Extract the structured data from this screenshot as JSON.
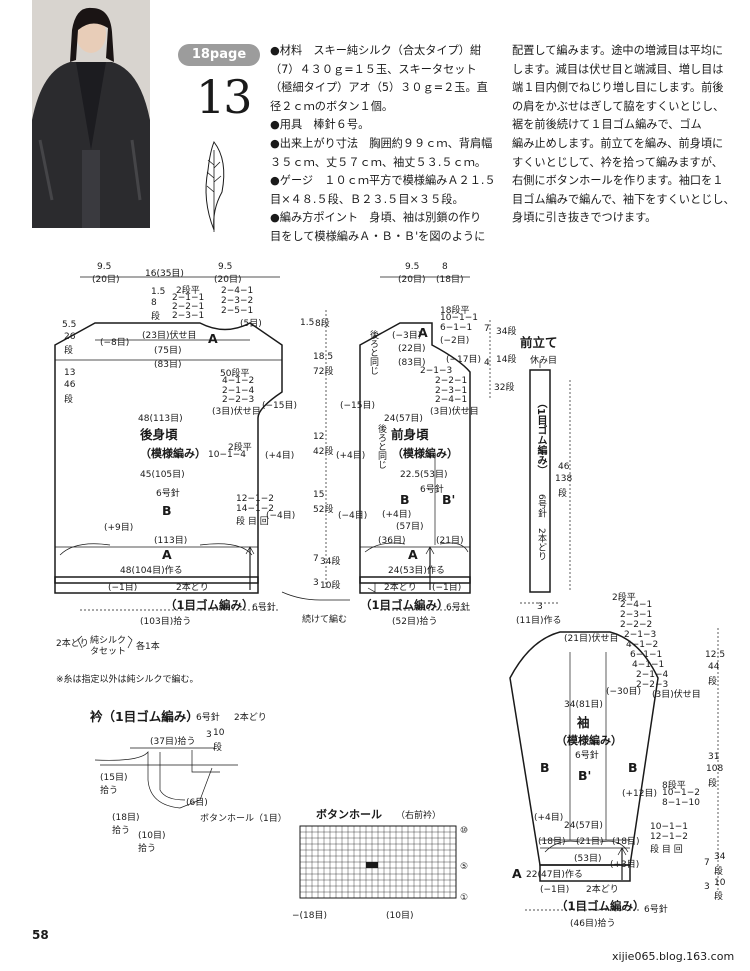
{
  "header": {
    "page_label": "18page",
    "pattern_number": "13"
  },
  "instructions": {
    "col1": [
      "●材料　スキー純シルク（合太タイプ）紺",
      "（7）４３０ｇ=１５玉、スキータセット",
      "（極細タイプ）アオ（5）３０ｇ=２玉。直",
      "径２ｃｍのボタン１個。",
      "●用具　棒針６号。",
      "●出来上がり寸法　胸囲約９９ｃｍ、背肩幅",
      "３５ｃｍ、丈５７ｃｍ、袖丈５３.５ｃｍ。",
      "●ゲージ　１０ｃｍ平方で模様編みＡ２１.５",
      "目×４８.５段、Ｂ２３.５目×３５段。",
      "●編み方ポイント　身頃、袖は別鎖の作り",
      "目をして模様編みＡ・Ｂ・Ｂ'を図のように"
    ],
    "col2": [
      "配置して編みます。途中の増減目は平均に",
      "します。減目は伏せ目と端減目、増し目は",
      "端１目内側でねじり増し目にします。前後",
      "の肩をかぶせはぎして脇をすくいとじし、",
      "裾を前後続けて１目ゴム編みで、ゴム",
      "編み止めします。前立てを編み、前身頃に",
      "すくいとじして、衿を拾って編みますが、",
      "右側にボタンホールを作ります。袖口を１",
      "目ゴム編みで編んで、袖下をすくいとじし、",
      "身頃に引き抜きでつけます。"
    ]
  },
  "back": {
    "title": "後身頃",
    "pattern": "（模様編み）",
    "top_dims": [
      "9.5",
      "16(35目)",
      "9.5"
    ],
    "top_sub": [
      "(20目)",
      "(20目)"
    ],
    "neck_bind": "(23目)伏せ目",
    "m1": "(−8目)",
    "m2": "(75目)",
    "m3": "(83目)",
    "width1": "48(113目)",
    "width2": "45(105目)",
    "width3": "(113目)",
    "width4": "48(104目)作る",
    "minus1": "(−1目)",
    "two_strands": "2本どり",
    "ribbing": "（1目ゴム編み）",
    "needle": "6号針",
    "pickup": "(103目)拾う",
    "plus9": "(+9目)",
    "plus4": "(+4目)",
    "minus4": "(−4目)",
    "minus15": "(−15目)",
    "left_dims": [
      "5.5",
      "26",
      "段",
      "13",
      "46",
      "段"
    ],
    "right_rows": [
      "2段平",
      "2−1−1",
      "2−2−1",
      "2−3−1",
      "2−4−1",
      "2−3−2",
      "2−5−1",
      "(5目)"
    ],
    "raglan": [
      "50段平",
      "4−1−2",
      "2−1−4",
      "2−2−3",
      "(3目)伏せ目"
    ],
    "mid_rows": [
      "2段平",
      "10−1−4"
    ],
    "low_rows": [
      "12−1−2",
      "14−1−2",
      "段 目 回"
    ],
    "left_top_dims": [
      "1.5",
      "8",
      "段"
    ],
    "A": "A",
    "B": "B"
  },
  "mid_dims": [
    "1.5",
    "8段",
    "18.5",
    "72段",
    "12",
    "42段",
    "15",
    "52段",
    "7",
    "34段",
    "3",
    "10段"
  ],
  "front": {
    "title": "前身頃",
    "pattern": "（模様編み）",
    "top_dims": [
      "9.5",
      "8"
    ],
    "top_sub": [
      "(20目)",
      "(18目)"
    ],
    "neck_rows": [
      "18段平",
      "10−1−1",
      "6−1−1",
      "(−2目)"
    ],
    "m3": "(−3目)",
    "m22": "(22目)",
    "m17": "(−17目)",
    "neck_steps": [
      "2−1−3",
      "2−2−1",
      "2−3−1",
      "2−4−1"
    ],
    "bind": "(3目)伏せ目",
    "minus15": "(−15目)",
    "width1": "24(57目)",
    "width2": "22.5(53目)",
    "width3": "(57目)",
    "width4": "24(53目)作る",
    "split": [
      "(36目)",
      "(21目)"
    ],
    "plus4": "(+4目)",
    "minus4": "(−4目)",
    "minus1": "(−1目)",
    "ribbing": "（1目ゴム編み）",
    "needle": "6号針",
    "pickup": "(52目)拾う",
    "cont": "続けて編む",
    "side_note1": "後ろと同じ",
    "side_note2": "後ろと同じ",
    "right_dims": [
      "7",
      "34段",
      "4",
      "14段",
      "32段"
    ],
    "B": "B",
    "B2": "B'",
    "A": "A"
  },
  "placket": {
    "title": "前立て",
    "rest": "休み目",
    "label": "（1目ゴム編み）",
    "needle": "6号針",
    "strands": "2本どり",
    "length": [
      "46",
      "138",
      "段"
    ],
    "width": [
      "3",
      "(11目)作る"
    ]
  },
  "sleeve": {
    "title": "袖",
    "pattern": "（模様編み）",
    "needle": "6号針",
    "bind": "(21目)伏せ目",
    "cap_rows": [
      "2段平",
      "2−4−1",
      "2−3−1",
      "2−2−2",
      "2−1−3",
      "4−1−2",
      "6−1−1",
      "4−1−1",
      "2−1−4",
      "2−2−3"
    ],
    "minus30": "(−30目)",
    "bind3": "(3目)伏せ目",
    "width": "34(81目)",
    "sides": [
      "B",
      "B'",
      "B"
    ],
    "inc_rows": [
      "8段平",
      "10−1−2",
      "8−1−10"
    ],
    "plus12": "(+12目)",
    "low_rows": [
      "10−1−1",
      "12−1−2",
      "段 目 回"
    ],
    "m24": "24(57目)",
    "split": [
      "(18目)",
      "(21目)",
      "(18目)"
    ],
    "plus4": "(+4目)",
    "m53": "(53目)",
    "plus3": "(+3目)",
    "start": "22(47目)作る",
    "minus1": "(−1目)",
    "strands": "2本どり",
    "A": "A",
    "ribbing": "（1目ゴム編み）",
    "rneedle": "6号針",
    "pickup": "(46目)拾う",
    "right_dims": [
      "12.5",
      "44",
      "段",
      "31",
      "108",
      "段",
      "7",
      "34",
      "段",
      "3",
      "10",
      "段"
    ]
  },
  "yarn_legend": {
    "strands": "2本どり",
    "items": [
      "純シルク",
      "タセット"
    ],
    "each": "各1本"
  },
  "yarn_note": "※糸は指定以外は純シルクで編む。",
  "collar": {
    "title": "衿（1目ゴム編み）",
    "needle": "6号針",
    "strands": "2本どり",
    "top": "(37目)拾う",
    "left": "(15目)拾う",
    "left2": "(18目)拾う",
    "bottom": "(10目)拾う",
    "six": "(6目)",
    "bh": "ボタンホール（1目）",
    "rows": [
      "3",
      "10",
      "段"
    ]
  },
  "buttonhole": {
    "title": "ボタンホール",
    "side": "（右前衿）",
    "row_marks": [
      "⑩",
      "⑤",
      "①"
    ],
    "bottom_left": "−(18目)",
    "bottom_mid": "(10目)"
  },
  "footer": {
    "page_number": "58",
    "watermark": "xijie065.blog.163.com"
  },
  "colors": {
    "text": "#1a1a1a",
    "pill": "#9c9c9c"
  }
}
